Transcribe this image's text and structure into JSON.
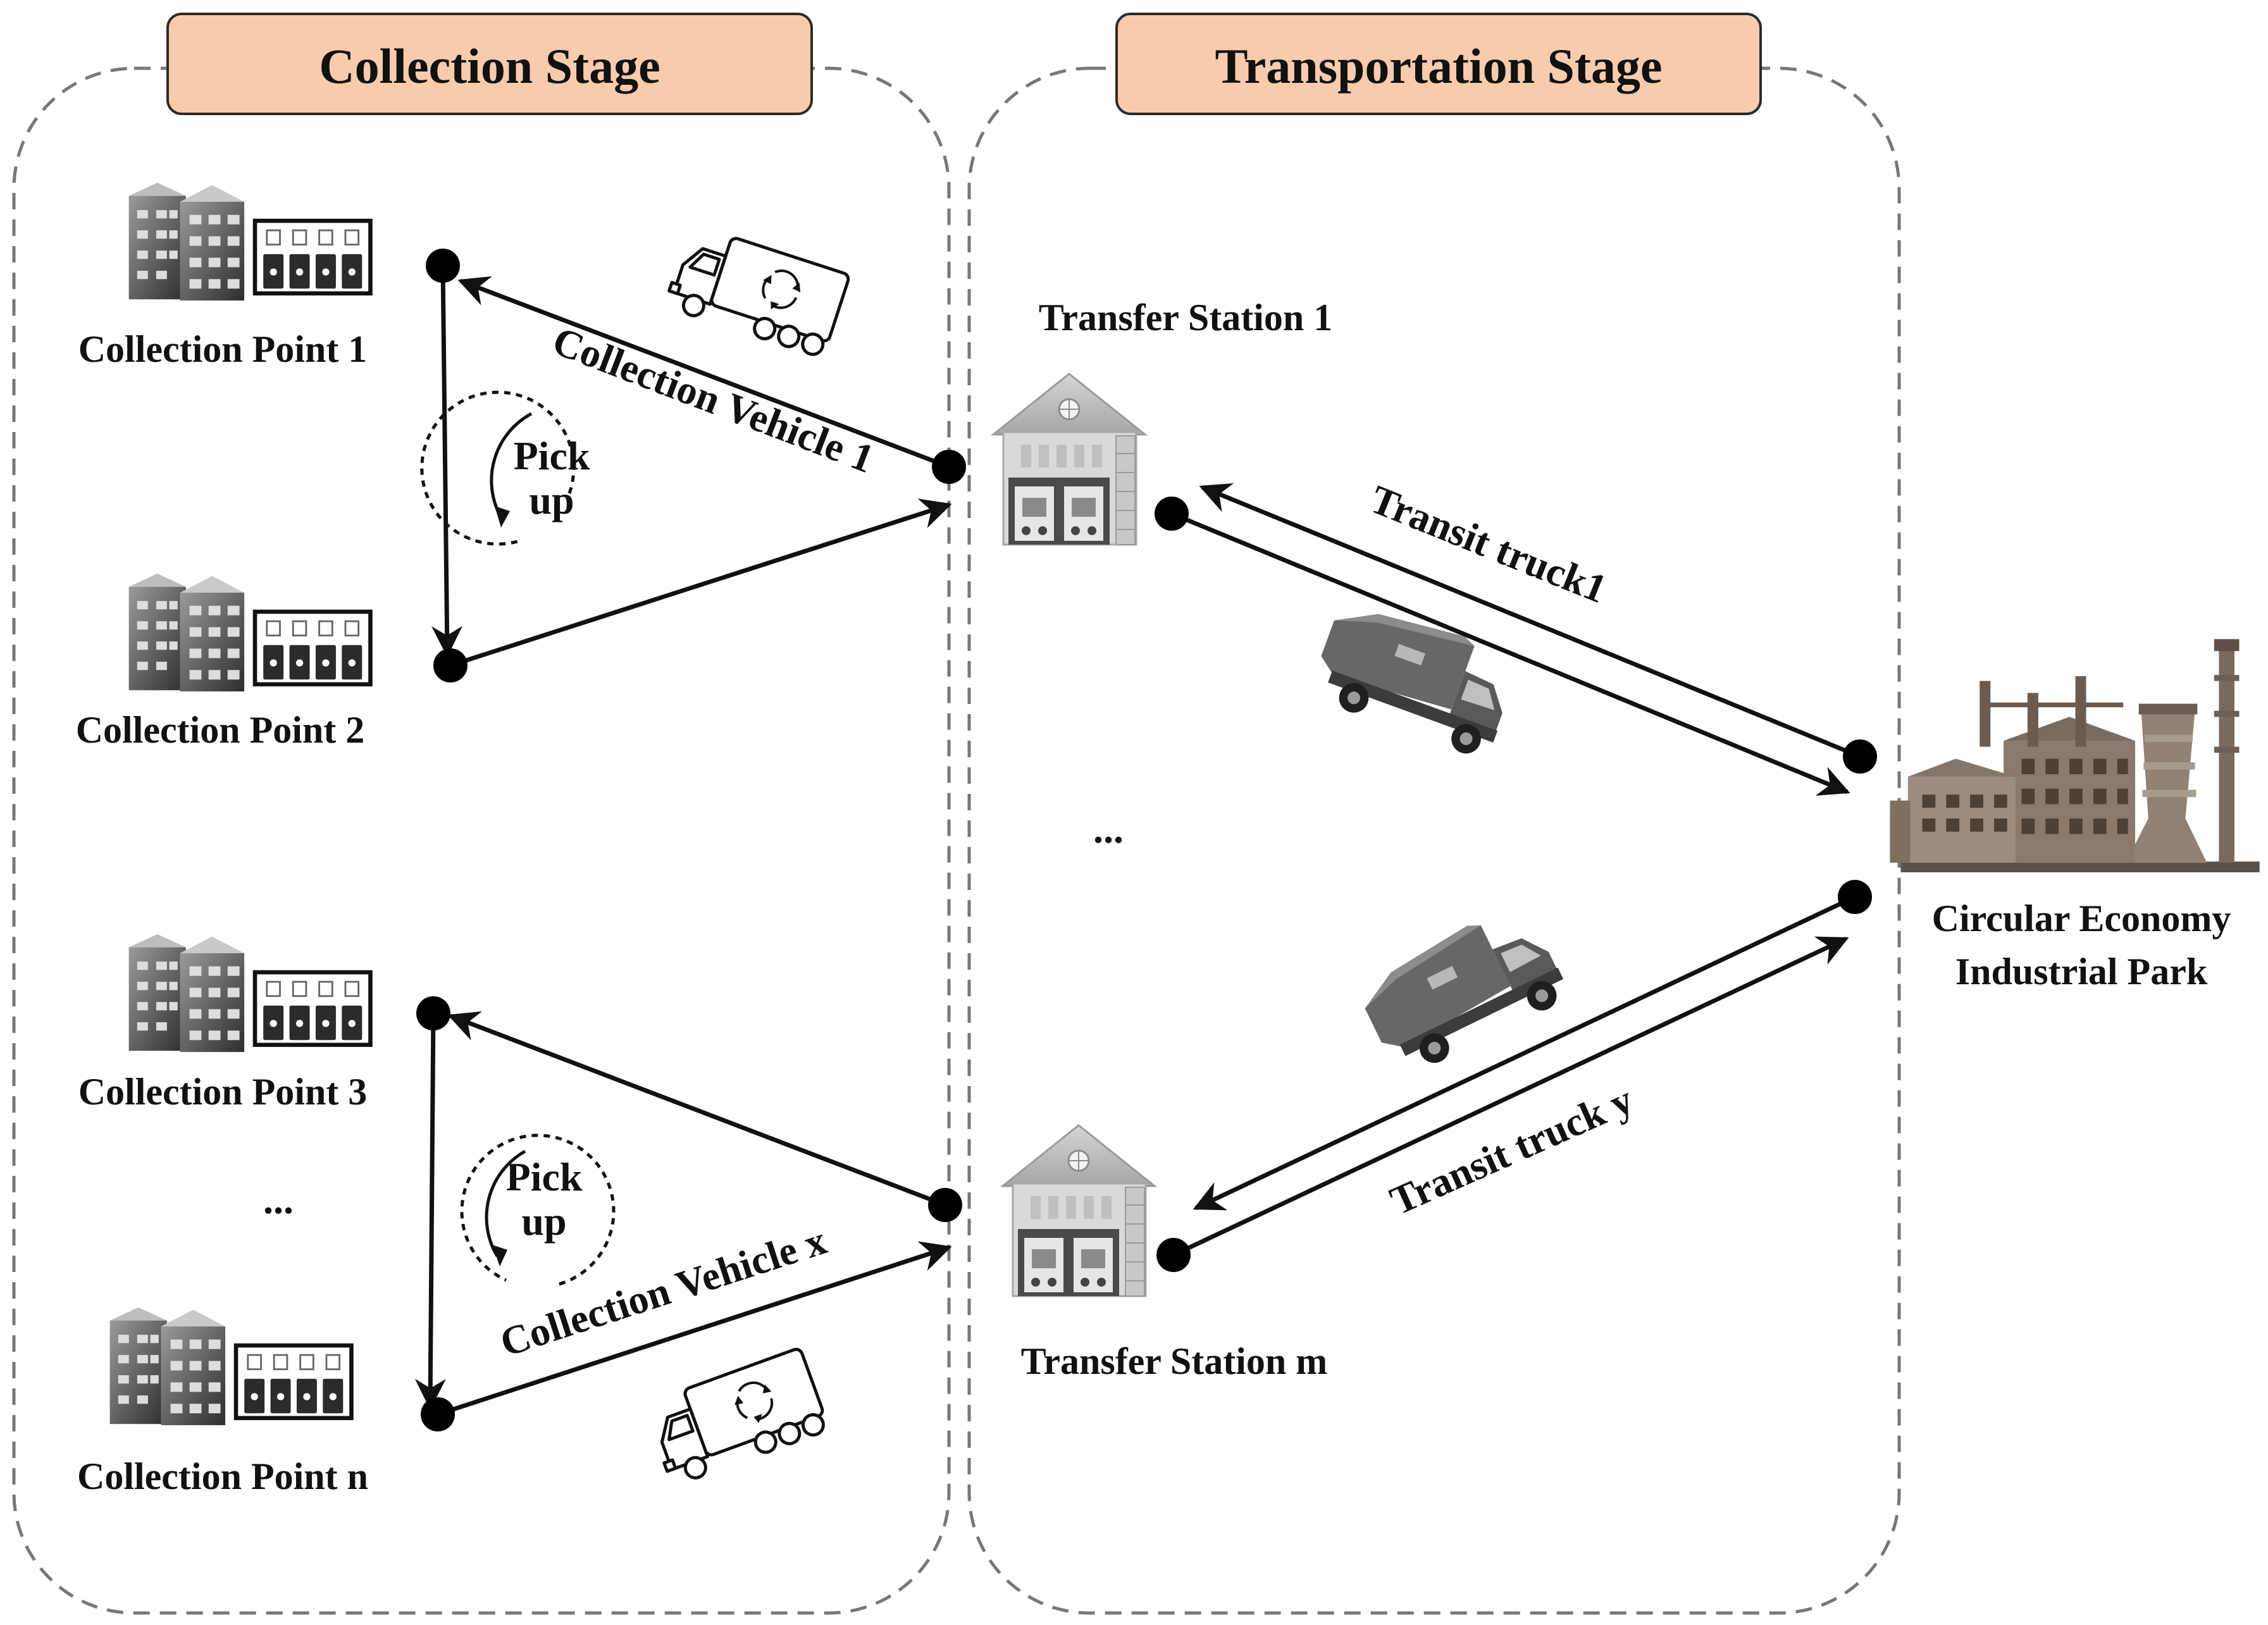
{
  "stages": {
    "collection": "Collection Stage",
    "transportation": "Transportation Stage"
  },
  "collection_points": [
    {
      "label": "Collection Point 1"
    },
    {
      "label": "Collection Point 2"
    },
    {
      "label": "Collection Point 3"
    },
    {
      "label": "Collection Point n"
    }
  ],
  "collection_ellipsis": "...",
  "transfer_stations": [
    {
      "label": "Transfer Station 1"
    },
    {
      "label": "Transfer Station m"
    }
  ],
  "transfer_ellipsis": "...",
  "destination": {
    "line1": "Circular Economy",
    "line2": "Industrial Park"
  },
  "vehicles": {
    "collection_1": "Collection Vehicle 1",
    "collection_x": "Collection Vehicle x",
    "transit_1": "Transit truck1",
    "transit_y": "Transit truck y"
  },
  "pickup": {
    "line1": "Pick",
    "line2": "up"
  },
  "icons": {
    "building": "apartment-building-icon",
    "bins": "recycling-bins-icon",
    "collection_truck": "recycling-truck-icon",
    "transit_truck": "garbage-compactor-truck-icon",
    "station": "transfer-station-icon",
    "factory": "factory-icon"
  }
}
